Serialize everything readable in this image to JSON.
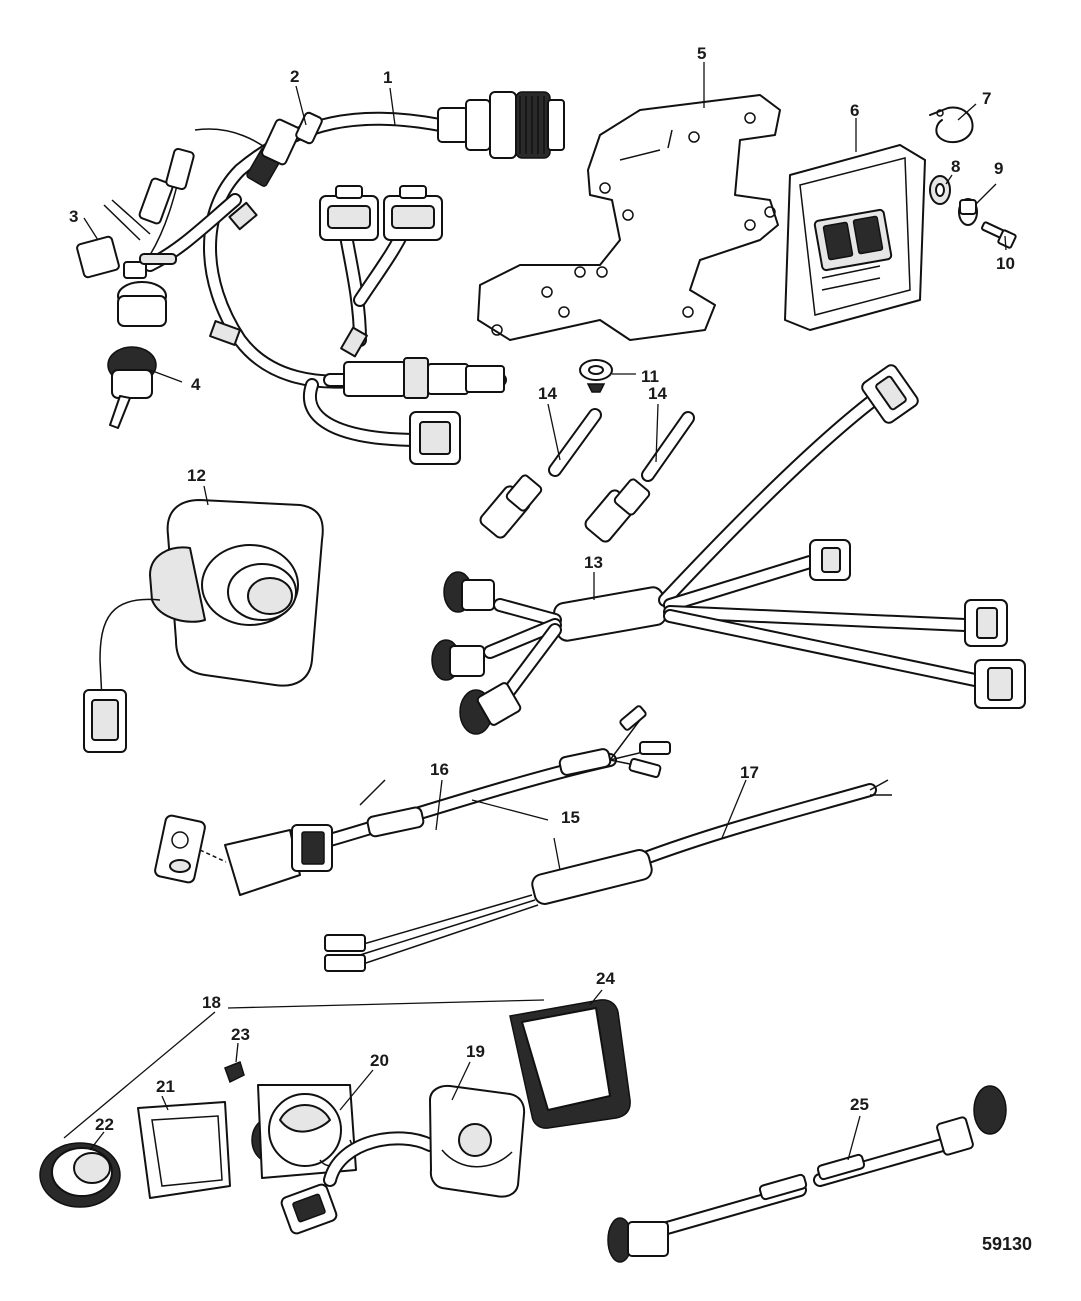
{
  "figure_number": "59130",
  "callouts": {
    "c1": "1",
    "c2": "2",
    "c3": "3",
    "c4": "4",
    "c5": "5",
    "c6": "6",
    "c7": "7",
    "c8": "8",
    "c9": "9",
    "c10": "10",
    "c11": "11",
    "c12": "12",
    "c13": "13",
    "c14a": "14",
    "c14b": "14",
    "c15": "15",
    "c16": "16",
    "c17": "17",
    "c18": "18",
    "c19": "19",
    "c20": "20",
    "c21": "21",
    "c22": "22",
    "c23": "23",
    "c24": "24",
    "c25": "25"
  }
}
